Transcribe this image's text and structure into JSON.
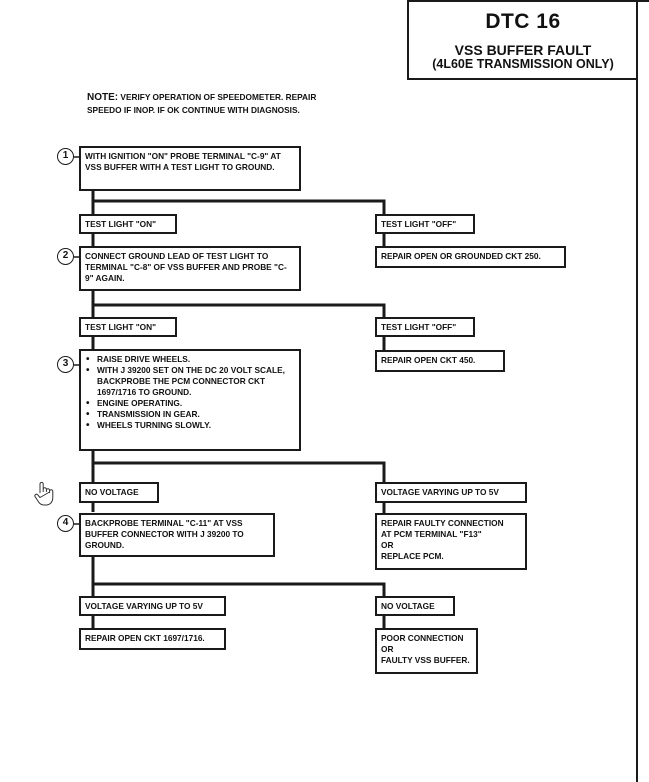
{
  "header": {
    "title": "DTC 16",
    "subtitle": "VSS BUFFER FAULT",
    "subtitle2": "(4L60E TRANSMISSION ONLY)"
  },
  "note": {
    "lead": "NOTE:",
    "text": "VERIFY OPERATION OF SPEEDOMETER. REPAIR SPEEDO IF INOP. IF OK CONTINUE WITH DIAGNOSIS."
  },
  "steps": {
    "s1": {
      "num": "1",
      "text": "WITH IGNITION \"ON\" PROBE TERMINAL \"C-9\" AT VSS BUFFER WITH A TEST LIGHT TO GROUND."
    },
    "s2": {
      "num": "2",
      "text": "CONNECT GROUND LEAD OF TEST LIGHT TO TERMINAL \"C-8\" OF VSS BUFFER AND PROBE \"C-9\" AGAIN."
    },
    "s3": {
      "num": "3",
      "items": [
        "RAISE DRIVE WHEELS.",
        "WITH J 39200 SET ON THE DC 20 VOLT SCALE, BACKPROBE THE PCM CONNECTOR CKT 1697/1716 TO GROUND.",
        "ENGINE OPERATING.",
        "TRANSMISSION IN GEAR.",
        "WHEELS TURNING SLOWLY."
      ]
    },
    "s4": {
      "num": "4",
      "text": "BACKPROBE TERMINAL \"C-11\" AT VSS BUFFER CONNECTOR WITH J 39200 TO GROUND."
    }
  },
  "results": {
    "r1_on": "TEST LIGHT \"ON\"",
    "r1_off": "TEST LIGHT \"OFF\"",
    "r1_off_action": "REPAIR OPEN OR GROUNDED CKT 250.",
    "r2_on": "TEST LIGHT \"ON\"",
    "r2_off": "TEST LIGHT \"OFF\"",
    "r2_off_action": "REPAIR OPEN CKT 450.",
    "r3_no": "NO VOLTAGE",
    "r3_var": "VOLTAGE VARYING UP TO 5V",
    "r3_var_action": [
      "REPAIR FAULTY CONNECTION",
      "AT PCM TERMINAL \"F13\"",
      "OR",
      "REPLACE PCM."
    ],
    "r4_var": "VOLTAGE VARYING UP TO 5V",
    "r4_no": "NO VOLTAGE",
    "r4_var_action": "REPAIR OPEN CKT 1697/1716.",
    "r4_no_action": [
      "POOR CONNECTION",
      "OR",
      "FAULTY VSS BUFFER."
    ]
  }
}
